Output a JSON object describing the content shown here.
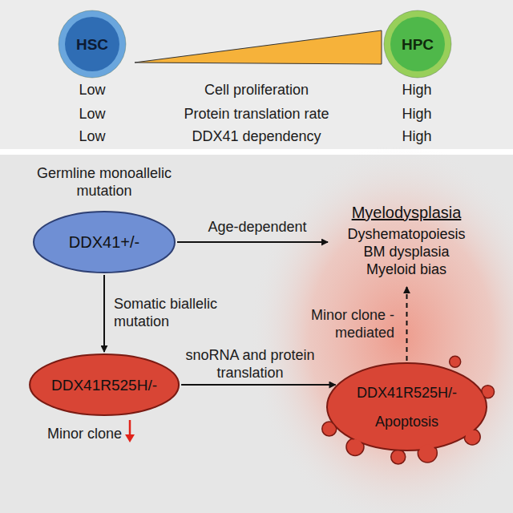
{
  "diagram": {
    "nodes": [
      {
        "text": [
          "HSC"
        ]
      },
      {
        "text": [
          "HPC"
        ]
      },
      {
        "text": [
          "DDX41+/-"
        ]
      },
      {
        "text": [
          "Myelodysplasia",
          "Dyshematopoiesis",
          "BM dysplasia",
          "Myeloid bias"
        ]
      },
      {
        "text": [
          "DDX41R525H/-"
        ]
      },
      {
        "text": [
          "DDX41R525H/-",
          "Apoptosis"
        ]
      }
    ],
    "edges": [
      {
        "from": 2,
        "to": 3,
        "arrow": "to",
        "label": "Age-dependent"
      },
      {
        "from": 2,
        "to": 4,
        "arrow": "to",
        "label": "Somatic biallelic mutation"
      },
      {
        "from": 4,
        "to": 5,
        "arrow": "to",
        "label": "snoRNA and protein translation"
      },
      {
        "from": 5,
        "to": 3,
        "arrow": "to",
        "label": "Minor clone -mediated"
      }
    ],
    "labels": [
      "Low",
      "Cell proliferation",
      "High",
      "Low",
      "Protein translation rate",
      "High",
      "Low",
      "DDX41 dependency",
      "High",
      "Germline monoallelic mutation",
      "Minor clone"
    ]
  }
}
